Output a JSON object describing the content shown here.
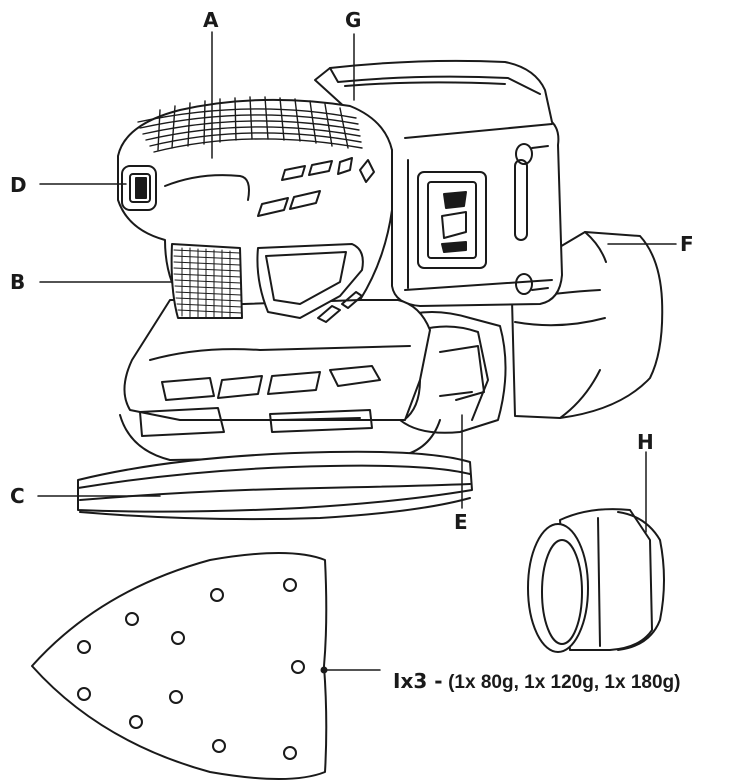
{
  "labels": {
    "a": "A",
    "b": "B",
    "c": "C",
    "d": "D",
    "e": "E",
    "f": "F",
    "g": "G",
    "h": "H"
  },
  "sandpaper_note": {
    "quantity": "Ix3 -",
    "detail": "(1x 80g, 1x 120g, 1x 180g)"
  },
  "colors": {
    "line": "#1a1a1a",
    "paper": "#ffffff"
  }
}
